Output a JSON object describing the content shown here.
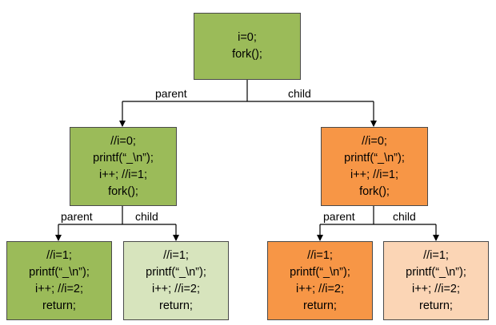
{
  "colors": {
    "green_dark": "#9bbb59",
    "green_light": "#d7e4bd",
    "orange_dark": "#f79646",
    "orange_light": "#fbd5b5",
    "line": "#000000"
  },
  "nodes": {
    "root": {
      "lines": [
        "i=0;",
        "fork();"
      ]
    },
    "parent": {
      "lines": [
        "//i=0;",
        "printf(“_\\n”);",
        "i++; //i=1;",
        "fork();"
      ]
    },
    "child": {
      "lines": [
        "//i=0;",
        "printf(“_\\n”);",
        "i++; //i=1;",
        "fork();"
      ]
    },
    "parent_parent": {
      "lines": [
        "//i=1;",
        "printf(“_\\n”);",
        "i++; //i=2;",
        "return;"
      ]
    },
    "parent_child": {
      "lines": [
        "//i=1;",
        "printf(“_\\n”);",
        "i++; //i=2;",
        "return;"
      ]
    },
    "child_parent": {
      "lines": [
        "//i=1;",
        "printf(“_\\n”);",
        "i++; //i=2;",
        "return;"
      ]
    },
    "child_child": {
      "lines": [
        "//i=1;",
        "printf(“_\\n”);",
        "i++; //i=2;",
        "return;"
      ]
    }
  },
  "edges": {
    "root_left": "parent",
    "root_right": "child",
    "parent_left": "parent",
    "parent_right": "child",
    "child_left": "parent",
    "child_right": "child"
  }
}
